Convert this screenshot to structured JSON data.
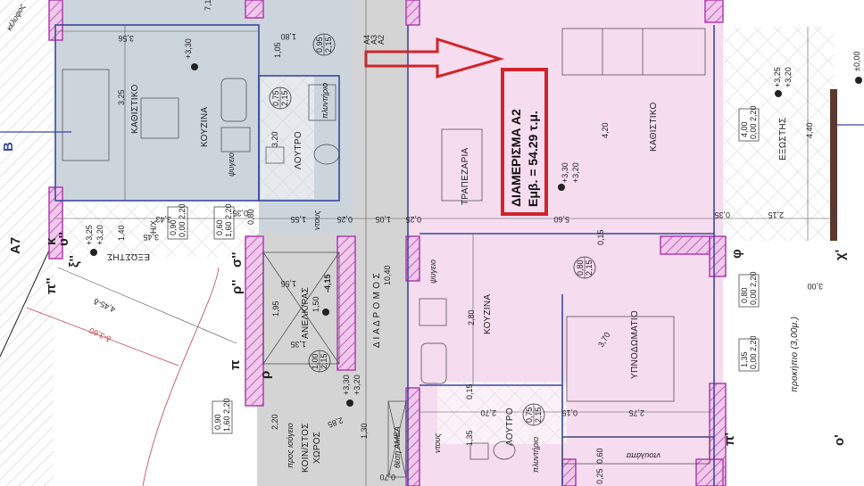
{
  "apartment": {
    "title": "ΔΙΑΜΕΡΙΣΜΑ Α2",
    "area": "Εμβ. = 54.29 τ.μ."
  },
  "rooms": {
    "living_left": "ΚΑΘΙΣΤΙΚΟ",
    "kitchen_left": "ΚΟΥΖΙΝΑ",
    "bath_left": "ΛΟΥΤΡΟ",
    "corridor": "Δ Ι Α Δ Ρ Ο Μ Ο Σ",
    "elevator": "ΑΝΕΛΚ/ΡΑΣ",
    "common_1": "ΚΟΙΝ/ΣΤΟΣ",
    "common_2": "ΧΩΡΟΣ",
    "dining": "ΤΡΑΠΕΖΑΡΙΑ",
    "living_right": "ΚΑΘΙΣΤΙΚΟ",
    "kitchen_right": "ΚΟΥΖΙΝΑ",
    "bedroom": "ΥΠΝΟΔΩΜΑΤΙΟ",
    "bath_right": "ΛΟΥΤΡΟ",
    "balcony_left": "ΕΞΩΣΤΗΣ",
    "balcony_right": "ΕΞΩΣΤΗΣ",
    "setback": "προκήπιο (3,00μ.)"
  },
  "fixtures": {
    "fridge": "ψυγειο",
    "washer": "πλυντήριο",
    "shower": "ντους",
    "wardrobe": "ντουλάπα",
    "disabled_spot": "θέση ΑΜΕΑ",
    "to_ground": "προς ισόγειο",
    "hx": "Η/Χ",
    "envelope": "κέλυφος"
  },
  "levels": {
    "l330": "+3,30",
    "l320": "+3,20",
    "l325": "+3,25",
    "l000": "±0,00",
    "elev": "-4,15"
  },
  "doors": {
    "d095": [
      "0,95",
      "2,15"
    ],
    "d075": [
      "0,75",
      "2,15"
    ],
    "d100": [
      "1,00",
      "2,15"
    ],
    "d080": [
      "0,80",
      "2,15"
    ]
  },
  "windows": {
    "w090a": [
      "0,90",
      "0,00",
      "2,20"
    ],
    "w060": [
      "0,60",
      "1,60",
      "2,20"
    ],
    "w090b": [
      "0,90",
      "1,60",
      "2,20"
    ],
    "w400": [
      "4,00",
      "0,00",
      "2,20"
    ],
    "w080": [
      "0,80",
      "0,00",
      "2,20"
    ],
    "w135": [
      "1,35",
      "0,00",
      "2,20"
    ]
  },
  "dims": {
    "a356": "3,56",
    "a325": "3,25",
    "a105": "1,05",
    "a180": "1,80",
    "a320": "3,20",
    "b080": "0,80",
    "b155": "1,55",
    "b025": "0,25",
    "b105": "1,05",
    "b025b": "0,25",
    "b035": "0,35",
    "c343": "3,43",
    "c345": "3,45",
    "c140": "1,40",
    "e155": "1,55",
    "e150": "1,50",
    "e195": "1,95",
    "e135": "1,35",
    "e1040": "10,40",
    "f220": "2,20",
    "f285": "2,85",
    "f130": "1,30",
    "f070": "0,70",
    "r420": "4,20",
    "r560": "5,60",
    "r280": "2,80",
    "r370": "3,70",
    "r275": "2,75",
    "r270": "2,70",
    "r135": "1,35",
    "r015a": "0,15",
    "r015b": "0,15",
    "r015c": "0,15",
    "r060": "0,60",
    "r025": "0,25",
    "r440": "4,40",
    "r215": "2,15",
    "r035": "0,35",
    "r300": "3,00",
    "s445": "4,45-δ",
    "s360": "δ-3,60",
    "t7": "7,1"
  },
  "axes": {
    "a7": "Α7",
    "b": "Β",
    "pi2": "π''",
    "sigma2": "σ''",
    "rho2": "ρ''",
    "pi": "π",
    "rho": "ρ",
    "phi": "φ",
    "chi": "χ'",
    "pi1": "π'",
    "omicron1": "ο'",
    "xi2": "ξ''",
    "u2": "υ''",
    "k": "κ"
  },
  "signs": [
    "Α4",
    "Α3",
    "Α2"
  ],
  "colors": {
    "apartment_a2": "#f5dcee",
    "apartment_left": "#ccd5dc",
    "common": "#d4d4d4",
    "highlight": "#d0242c",
    "wall": "#b03cb0"
  }
}
